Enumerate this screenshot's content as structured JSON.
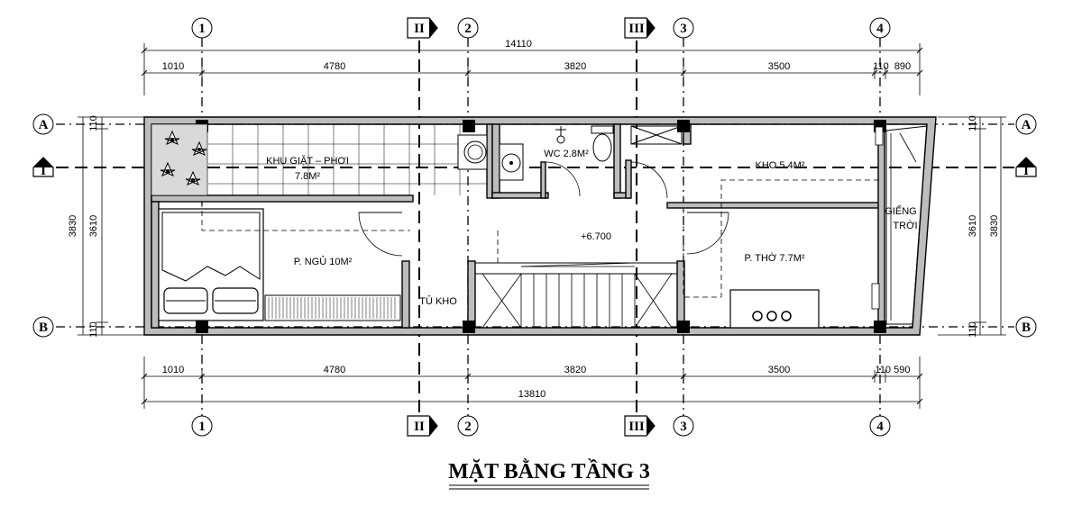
{
  "title": "MẶT BẰNG TẦNG 3",
  "grid_axes": {
    "vertical": [
      "1",
      "2",
      "3",
      "4"
    ],
    "horizontal": [
      "A",
      "B"
    ],
    "sections_vertical": [
      "II",
      "III"
    ],
    "sections_horizontal": [
      "I"
    ]
  },
  "dimensions": {
    "top_total": "14110",
    "top_segments": [
      "1010",
      "4780",
      "3820",
      "3500",
      "110",
      "890"
    ],
    "bottom_segments": [
      "1010",
      "4780",
      "3820",
      "3500",
      "110 590"
    ],
    "bottom_total": "13810",
    "left_outer": "3830",
    "left_inner": "3610",
    "left_top": "110",
    "left_bottom": "110",
    "right_outer": "3830",
    "right_inner": "3610",
    "right_top": "110",
    "right_bottom": "110"
  },
  "rooms": {
    "laundry_line1": "KHU GIẶT – PHƠI",
    "laundry_line2": "7.8M²",
    "wc": "WC 2.8M²",
    "storage": "KHO 5.4M²",
    "skylight_line1": "GIẾNG",
    "skylight_line2": "TRỜI",
    "level": "+6.700",
    "bedroom": "P. NGỦ 10M²",
    "closet": "TỦ KHO",
    "worship": "P. THỜ 7.7M²"
  }
}
